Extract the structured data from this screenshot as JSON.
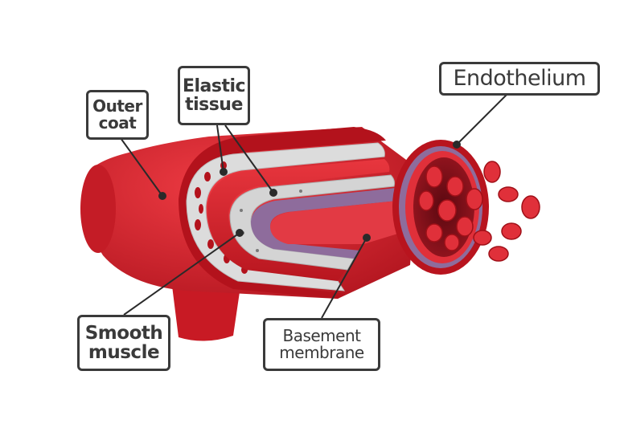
{
  "diagram": {
    "labels": {
      "outer_coat": "Outer\ncoat",
      "elastic_tissue": "Elastic\ntissue",
      "endothelium": "Endothelium",
      "smooth_muscle": "Smooth\nmuscle",
      "basement_membrane": "Basement\nmembrane"
    },
    "colors": {
      "vessel_red": "#d8202a",
      "vessel_dark": "#a0141c",
      "elastic_grey": "#d9d9d9",
      "membrane_purple": "#8a6a9a",
      "lumen_dark": "#7a0f18",
      "blood_cell": "#e0303a",
      "leader_line": "#2a2a2a",
      "label_border": "#3a3a3a"
    }
  }
}
